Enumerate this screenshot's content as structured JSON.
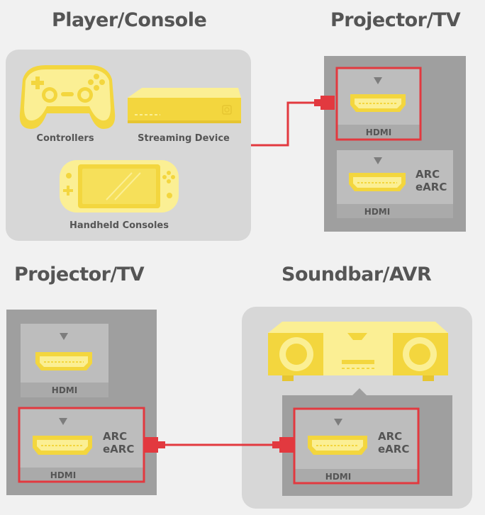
{
  "sections": {
    "top_left_title": "Player/Console",
    "top_right_title": "Projector/TV",
    "bottom_left_title": "Projector/TV",
    "bottom_right_title": "Soundbar/AVR"
  },
  "devices": {
    "controllers": "Controllers",
    "streaming_device": "Streaming Device",
    "handheld_consoles": "Handheld Consoles"
  },
  "ports": {
    "hdmi": "HDMI",
    "arc": "ARC",
    "earc": "eARC"
  },
  "colors": {
    "panel": "#d7d7d7",
    "dark_panel": "#9f9f9f",
    "port_box": "#bdbdbd",
    "highlight": "#e2393f",
    "device_yellow": "#f6e05a",
    "device_light": "#fbef94",
    "label": "#555555"
  }
}
